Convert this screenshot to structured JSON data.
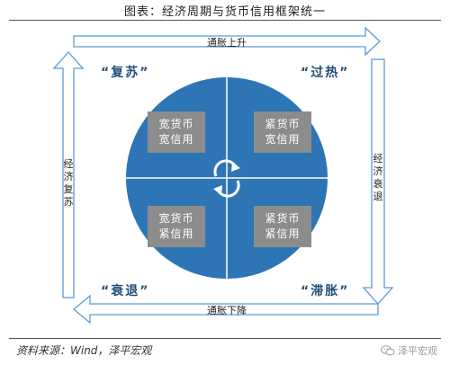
{
  "title": "图表：经济周期与货币信用框架统一",
  "arrows": {
    "top": "通胀上升",
    "bottom": "通胀下降",
    "left": "经济复苏",
    "right": "经济衰退"
  },
  "phases": {
    "top_left": "“复苏”",
    "top_right": "“过热”",
    "bottom_left": "“衰退”",
    "bottom_right": "“滞胀”"
  },
  "quadrants": {
    "top_left": {
      "line1": "宽货币",
      "line2": "宽信用"
    },
    "top_right": {
      "line1": "紧货币",
      "line2": "宽信用"
    },
    "bottom_left": {
      "line1": "宽货币",
      "line2": "紧信用"
    },
    "bottom_right": {
      "line1": "紧货币",
      "line2": "紧信用"
    }
  },
  "source": "资料来源：Wind，泽平宏观",
  "watermark": "泽平宏观",
  "colors": {
    "circle": "#2e75b6",
    "arrow_outline": "#5b9bd5",
    "box": "#8c8c8c",
    "phase_text": "#1f4e79"
  },
  "icons": {
    "cycle": "cycle-arrows-icon",
    "watermark": "wechat-icon"
  }
}
